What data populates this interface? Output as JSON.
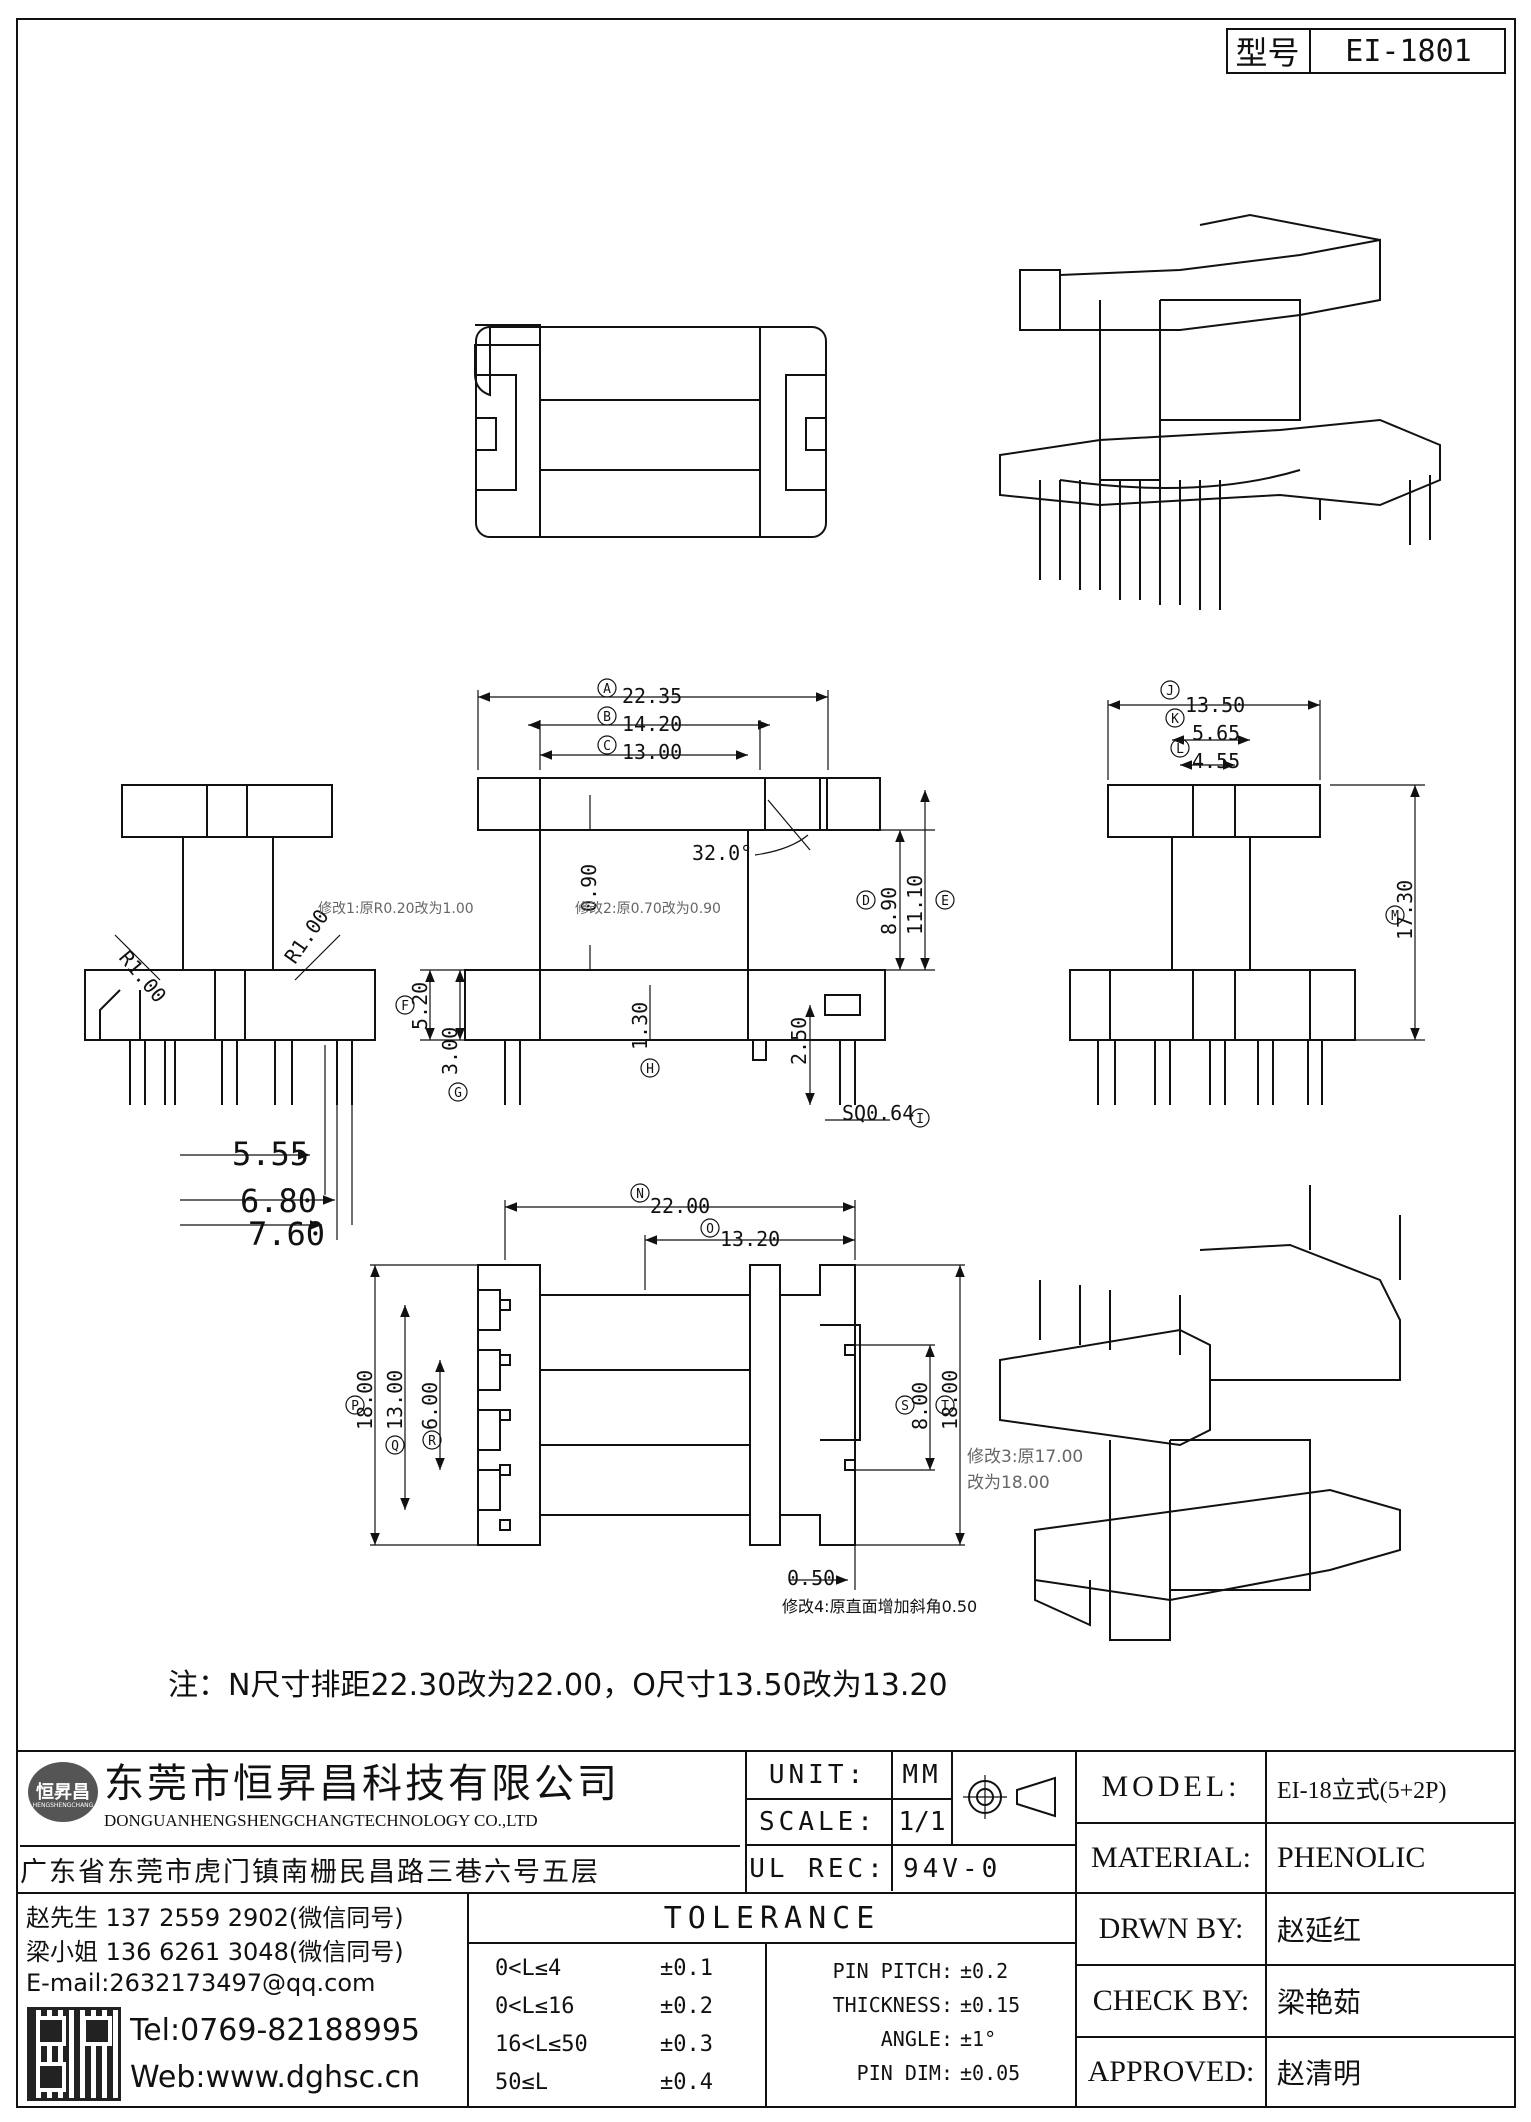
{
  "model_box": {
    "label": "型号",
    "value": "EI-1801"
  },
  "dims_front": {
    "A": "22.35",
    "B": "14.20",
    "C": "13.00",
    "angle": "32.0°",
    "gap": "0.90",
    "D": "8.90",
    "E": "11.10",
    "F": "5.20",
    "G": "3.00",
    "H": "1.30",
    "pin_len": "2.50",
    "I": "SQ0.64"
  },
  "dims_right": {
    "J": "13.50",
    "K": "5.65",
    "L": "4.55",
    "M": "17.30"
  },
  "dims_left": {
    "r1": "R1.00",
    "r2": "R1.00",
    "w1": "5.55",
    "w2": "6.80",
    "w3": "7.60"
  },
  "dims_bottom": {
    "N": "22.00",
    "O": "13.20",
    "P": "18.00",
    "Q": "13.00",
    "R": "6.00",
    "S": "8.00",
    "T": "18.00",
    "chamfer": "0.50"
  },
  "circle_labels": [
    "A",
    "B",
    "C",
    "D",
    "E",
    "F",
    "G",
    "H",
    "I",
    "J",
    "K",
    "L",
    "M",
    "N",
    "O",
    "P",
    "Q",
    "R",
    "S",
    "T"
  ],
  "mods": {
    "m1": "修改1:原R0.20改为1.00",
    "m2": "修改2:原0.70改为0.90",
    "m3a": "修改3:原17.00",
    "m3b": "改为18.00",
    "m4": "修改4:原直面增加斜角0.50"
  },
  "note": "注：N尺寸排距22.30改为22.00，O尺寸13.50改为13.20",
  "company": {
    "name_cn": "东莞市恒昇昌科技有限公司",
    "name_en": "DONGUANHENGSHENGCHANGTECHNOLOGY CO.,LTD",
    "address": "广东省东莞市虎门镇南栅民昌路三巷六号五层",
    "logo_text": "恒昇昌",
    "logo_sub": "HENGSHENGCHANG"
  },
  "contacts": [
    "赵先生 137 2559 2902(微信同号)",
    "梁小姐 136 6261 3048(微信同号)",
    "E-mail:2632173497@qq.com"
  ],
  "tel": "Tel:0769-82188995",
  "web": "Web:www.dghsc.cn",
  "unit": {
    "label": "UNIT:",
    "value": "MM"
  },
  "scale": {
    "label": "SCALE:",
    "value": "1/1"
  },
  "ulrec": {
    "label": "UL REC:",
    "value": "94V-0"
  },
  "tolerance": {
    "title": "TOLERANCE",
    "rows": [
      {
        "range": "0<L≤4",
        "tol": "±0.1"
      },
      {
        "range": "0<L≤16",
        "tol": "±0.2"
      },
      {
        "range": "16<L≤50",
        "tol": "±0.3"
      },
      {
        "range": "50≤L",
        "tol": "±0.4"
      }
    ],
    "extra": [
      {
        "k": "PIN PITCH:",
        "v": "±0.2"
      },
      {
        "k": "THICKNESS:",
        "v": "±0.15"
      },
      {
        "k": "ANGLE:",
        "v": "±1°"
      },
      {
        "k": "PIN DIM:",
        "v": "±0.05"
      }
    ]
  },
  "info": [
    {
      "k": "MODEL:",
      "v": "EI-18立式(5+2P)"
    },
    {
      "k": "MATERIAL:",
      "v": "PHENOLIC"
    },
    {
      "k": "DRWN BY:",
      "v": "赵延红"
    },
    {
      "k": "CHECK BY:",
      "v": "梁艳茹"
    },
    {
      "k": "APPROVED:",
      "v": "赵清明"
    }
  ]
}
